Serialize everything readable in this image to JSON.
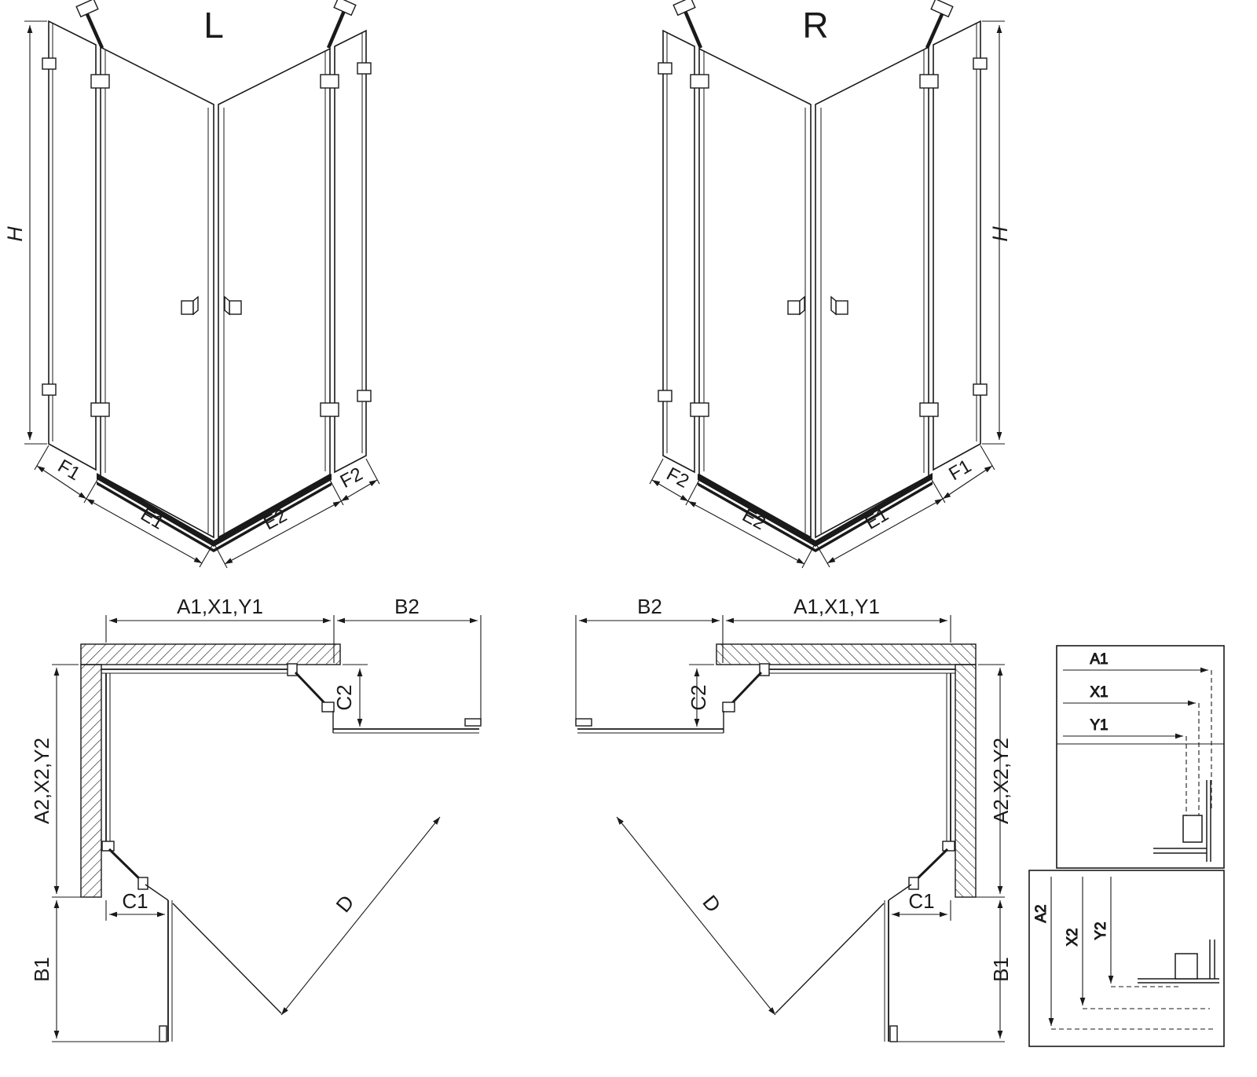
{
  "colors": {
    "line": "#1a1a1a",
    "background": "#ffffff"
  },
  "iso_left": {
    "title": "L",
    "height": "H",
    "fixed_left": "F1",
    "door_left": "E1",
    "door_right": "E2",
    "fixed_right": "F2"
  },
  "iso_right": {
    "title": "R",
    "height": "H",
    "fixed_left": "F2",
    "door_left": "E2",
    "door_right": "E1",
    "fixed_right": "F1"
  },
  "plan_left": {
    "width_top": "A1,X1,Y1",
    "door_top": "B2",
    "return_top": "C2",
    "depth_side": "A2,X2,Y2",
    "return_bottom": "C1",
    "door_bottom": "B1",
    "diagonal": "D"
  },
  "plan_right": {
    "width_top": "A1,X1,Y1",
    "door_top": "B2",
    "return_top": "C2",
    "depth_side": "A2,X2,Y2",
    "return_bottom": "C1",
    "door_bottom": "B1",
    "diagonal": "D"
  },
  "detail_top": {
    "a1": "A1",
    "x1": "X1",
    "y1": "Y1"
  },
  "detail_bottom": {
    "a2": "A2",
    "x2": "X2",
    "y2": "Y2"
  }
}
